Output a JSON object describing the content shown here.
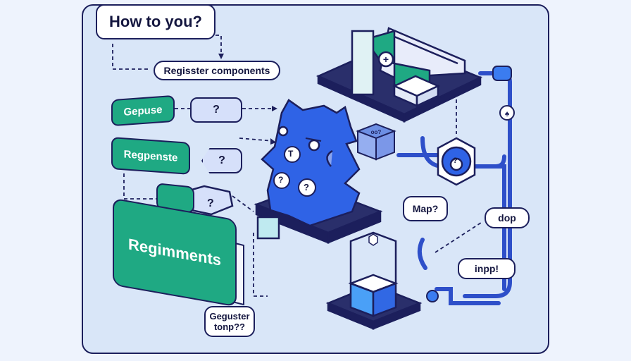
{
  "diagram": {
    "title_bubble": "How to you?",
    "register_label": "Regisster components",
    "tags": [
      {
        "label": "Gepuse"
      },
      {
        "label": "Regpenste"
      },
      {
        "label": "Regimments"
      }
    ],
    "question_boxes": [
      "?",
      "?",
      "?"
    ],
    "bottom_bubble": "Geguster tonp??",
    "monster_badges": [
      "T",
      "?",
      "?"
    ],
    "cube_label": "oo?",
    "hex_node_label": "?",
    "map_bubble": "Map?",
    "dop_bubble": "dop",
    "input_bubble": "inpp!",
    "colors": {
      "background": "#eef3fd",
      "panel": "#d9e6f8",
      "outline": "#1c1f5c",
      "accent_green": "#1fa983",
      "accent_blue": "#2f63e6",
      "pipe_blue": "#2e4fc9"
    }
  }
}
